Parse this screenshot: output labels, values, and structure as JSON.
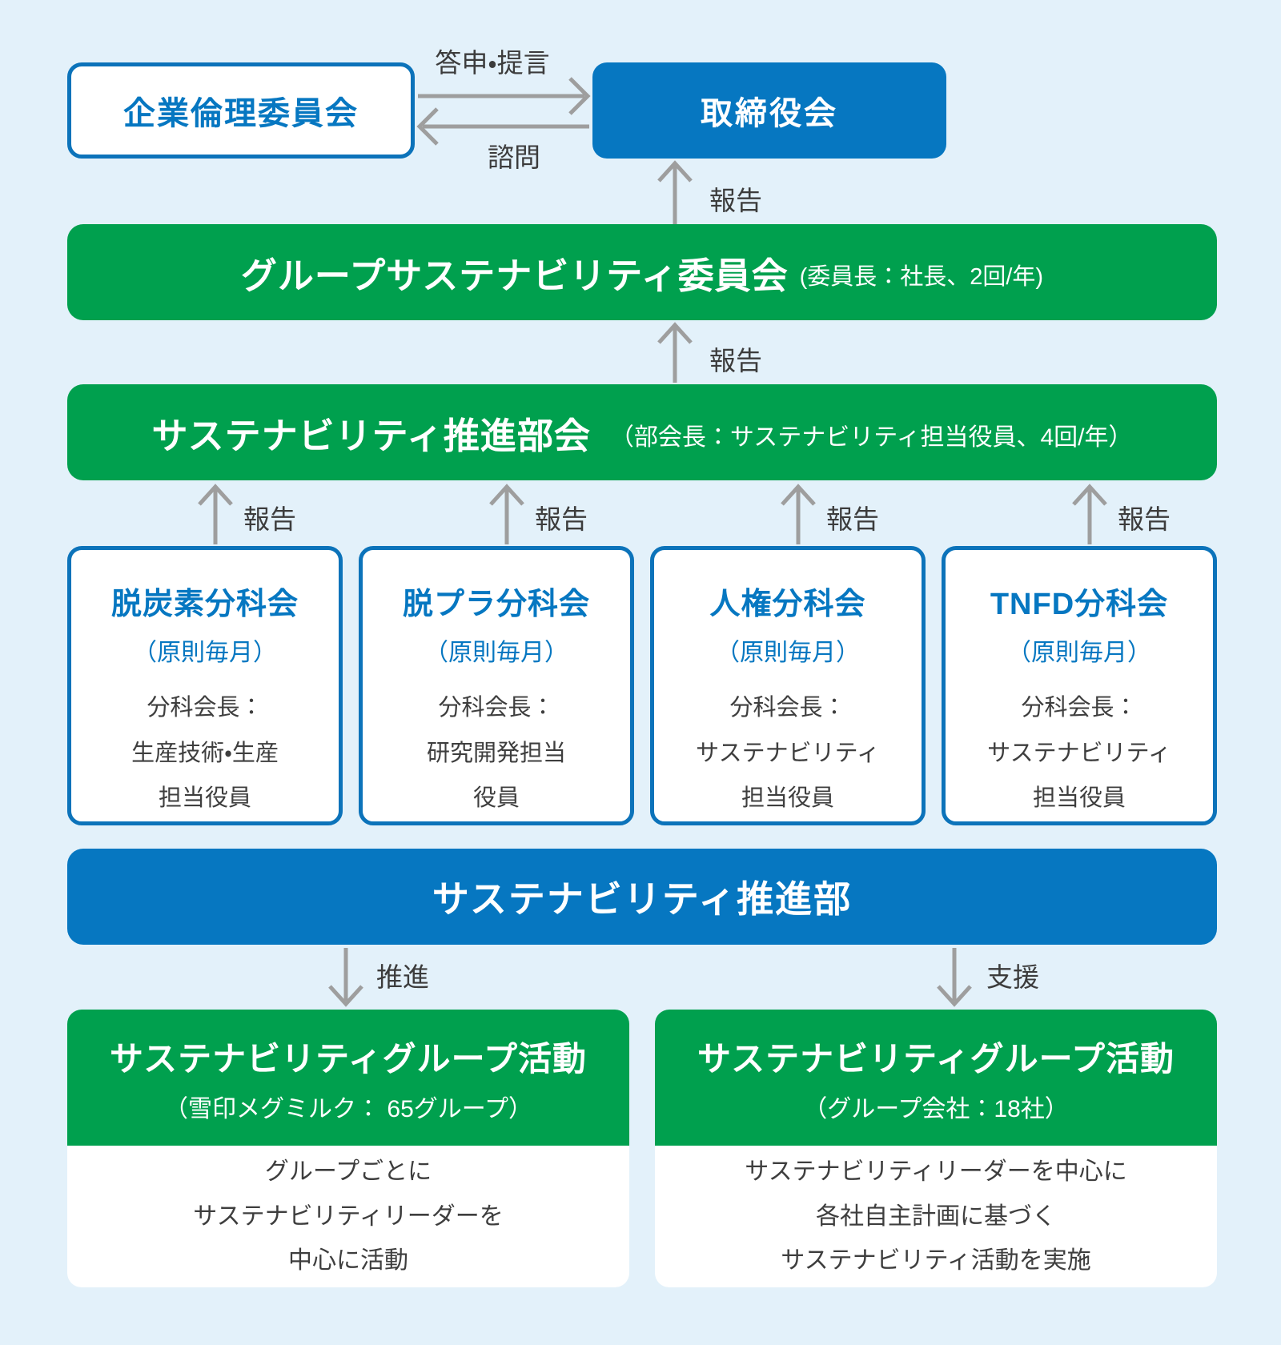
{
  "colors": {
    "background": "#E3F1FA",
    "primary_blue": "#0677C1",
    "primary_green": "#00A04E",
    "box_border_blue": "#0C73BA",
    "arrow_gray": "#9E9E9E",
    "label_text": "#3C3C3C",
    "body_text": "#3E3E3E"
  },
  "top_row": {
    "ethics_committee": "企業倫理委員会",
    "board_of_directors": "取締役会",
    "to_board_label": "答申・提言",
    "to_ethics_label": "諮問",
    "report_label": "報告"
  },
  "group_sustainability_committee": {
    "title": "グループサステナビリティ委員会",
    "note": "(委員長：社長、2回/年)",
    "report_label": "報告"
  },
  "sustainability_promotion_subcommittee": {
    "title": "サステナビリティ推進部会",
    "note": "（部会長：サステナビリティ担当役員、4回/年）"
  },
  "subcommittees": [
    {
      "title": "脱炭素分科会",
      "frequency": "（原則毎月）",
      "chair_lines": [
        "分科会長：",
        "生産技術・生産",
        "担当役員"
      ],
      "report_label": "報告"
    },
    {
      "title": "脱プラ分科会",
      "frequency": "（原則毎月）",
      "chair_lines": [
        "分科会長：",
        "研究開発担当",
        "役員"
      ],
      "report_label": "報告"
    },
    {
      "title": "人権分科会",
      "frequency": "（原則毎月）",
      "chair_lines": [
        "分科会長：",
        "サステナビリティ",
        "担当役員"
      ],
      "report_label": "報告"
    },
    {
      "title": "TNFD分科会",
      "frequency": "（原則毎月）",
      "chair_lines": [
        "分科会長：",
        "サステナビリティ",
        "担当役員"
      ],
      "report_label": "報告"
    }
  ],
  "sustainability_promotion_dept": {
    "title": "サステナビリティ推進部",
    "promote_label": "推進",
    "support_label": "支援"
  },
  "group_activities": [
    {
      "title": "サステナビリティグループ活動",
      "subtitle": "（雪印メグミルク： 65グループ）",
      "body_lines": [
        "グループごとに",
        "サステナビリティリーダーを",
        "中心に活動"
      ]
    },
    {
      "title": "サステナビリティグループ活動",
      "subtitle": "（グループ会社：18社）",
      "body_lines": [
        "サステナビリティリーダーを中心に",
        "各社自主計画に基づく",
        "サステナビリティ活動を実施"
      ]
    }
  ]
}
